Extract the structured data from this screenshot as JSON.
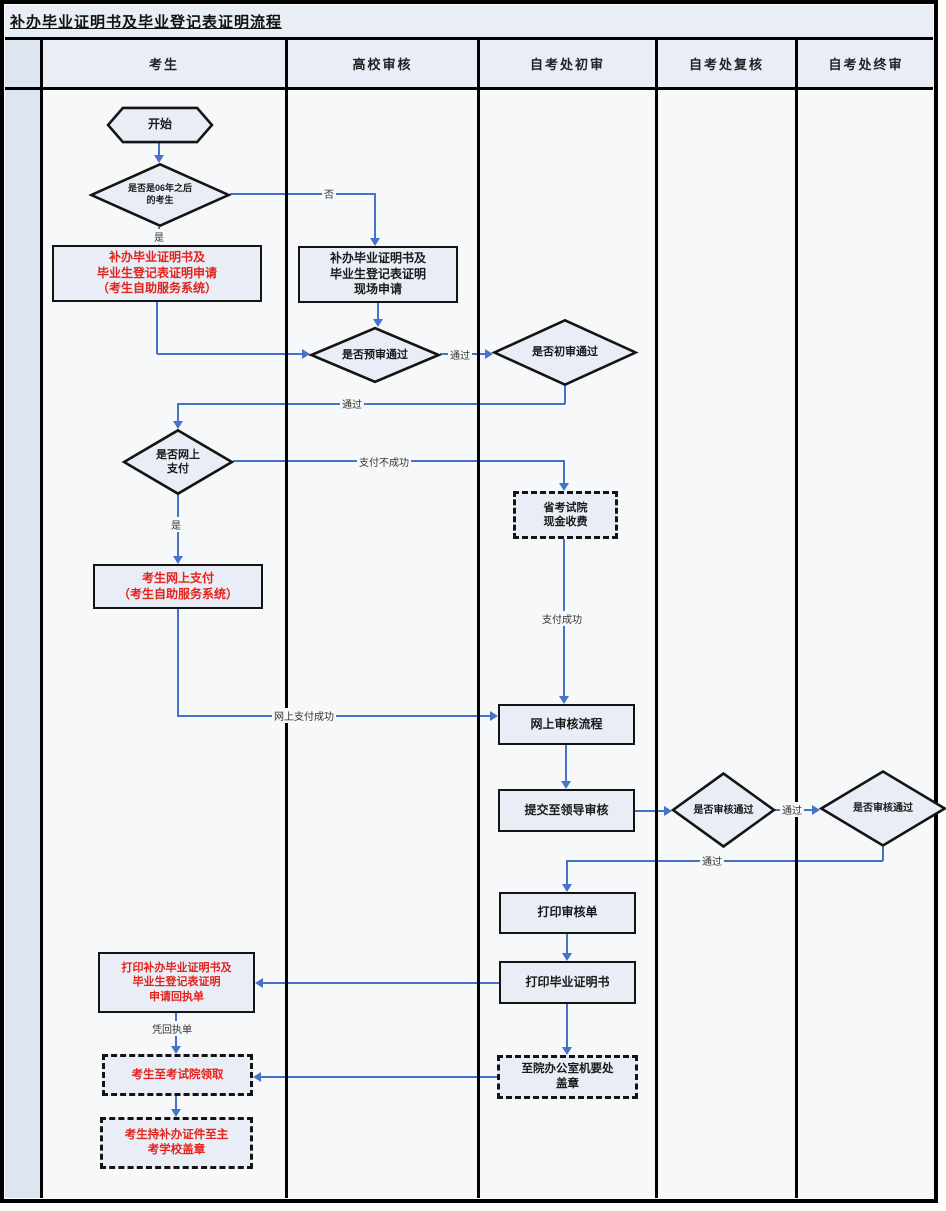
{
  "title": "补办毕业证明书及毕业登记表证明流程",
  "lanes": [
    {
      "label": "考生"
    },
    {
      "label": "高校审核"
    },
    {
      "label": "自考处初审"
    },
    {
      "label": "自考处复核"
    },
    {
      "label": "自考处终审"
    }
  ],
  "nodes": {
    "start": "开始",
    "is_after_2006": "是否是06年之后\n的考生",
    "apply_online": "补办毕业证明书及\n毕业生登记表证明申请\n（考生自助服务系统）",
    "apply_onsite": "补办毕业证明书及\n毕业生登记表证明\n现场申请",
    "pre_review": "是否预审通过",
    "initial_review": "是否初审通过",
    "is_online_pay": "是否网上\n支付",
    "cash_pay": "省考试院\n现金收费",
    "pay_online": "考生网上支付\n（考生自助服务系统）",
    "online_review": "网上审核流程",
    "submit_leader": "提交至领导审核",
    "recheck": "是否审核通过",
    "final_check": "是否审核通过",
    "print_review_form": "打印审核单",
    "print_certificate": "打印毕业证明书",
    "print_receipt": "打印补办毕业证明书及\n毕业生登记表证明\n申请回执单",
    "collect": "考生至考试院领取",
    "stamp_school": "考生持补办证件至主\n考学校盖章",
    "office_stamp": "至院办公室机要处\n盖章"
  },
  "edge_labels": {
    "yes": "是",
    "no": "否",
    "pass": "通过",
    "pay_fail": "支付不成功",
    "pay_success": "支付成功",
    "online_pay_success": "网上支付成功",
    "receipt": "凭回执单"
  },
  "colors": {
    "arrow_blue": "#4673c8",
    "alert_red": "#e3231c",
    "node_fill": "#e9edf6",
    "border_black": "#141414"
  }
}
